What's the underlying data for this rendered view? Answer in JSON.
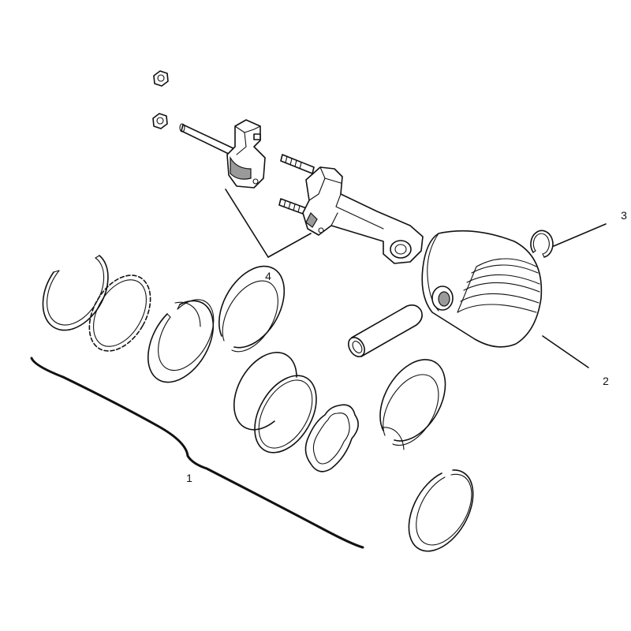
{
  "callouts": {
    "piston_rings_set": "1",
    "piston": "2",
    "retaining_ring": "3",
    "connecting_rod": "4"
  }
}
